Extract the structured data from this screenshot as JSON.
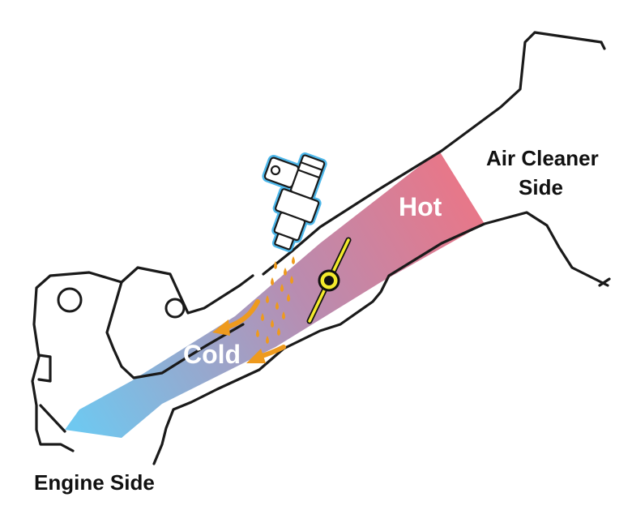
{
  "labels": {
    "air_cleaner_line1": "Air Cleaner",
    "air_cleaner_line2": "Side",
    "engine_side": "Engine Side",
    "hot": "Hot",
    "cold": "Cold"
  },
  "colors": {
    "hot": "#ec7585",
    "mid": "#b98cb0",
    "cold": "#6fc8f0",
    "fuel_arrow": "#ee9a1e",
    "throttle_plate": "#f3ea2c",
    "injector_glow": "#3ab0e8",
    "outline": "#1a1a1a"
  },
  "icons": {
    "injector": "fuel-injector-icon",
    "throttle": "throttle-valve-icon"
  }
}
